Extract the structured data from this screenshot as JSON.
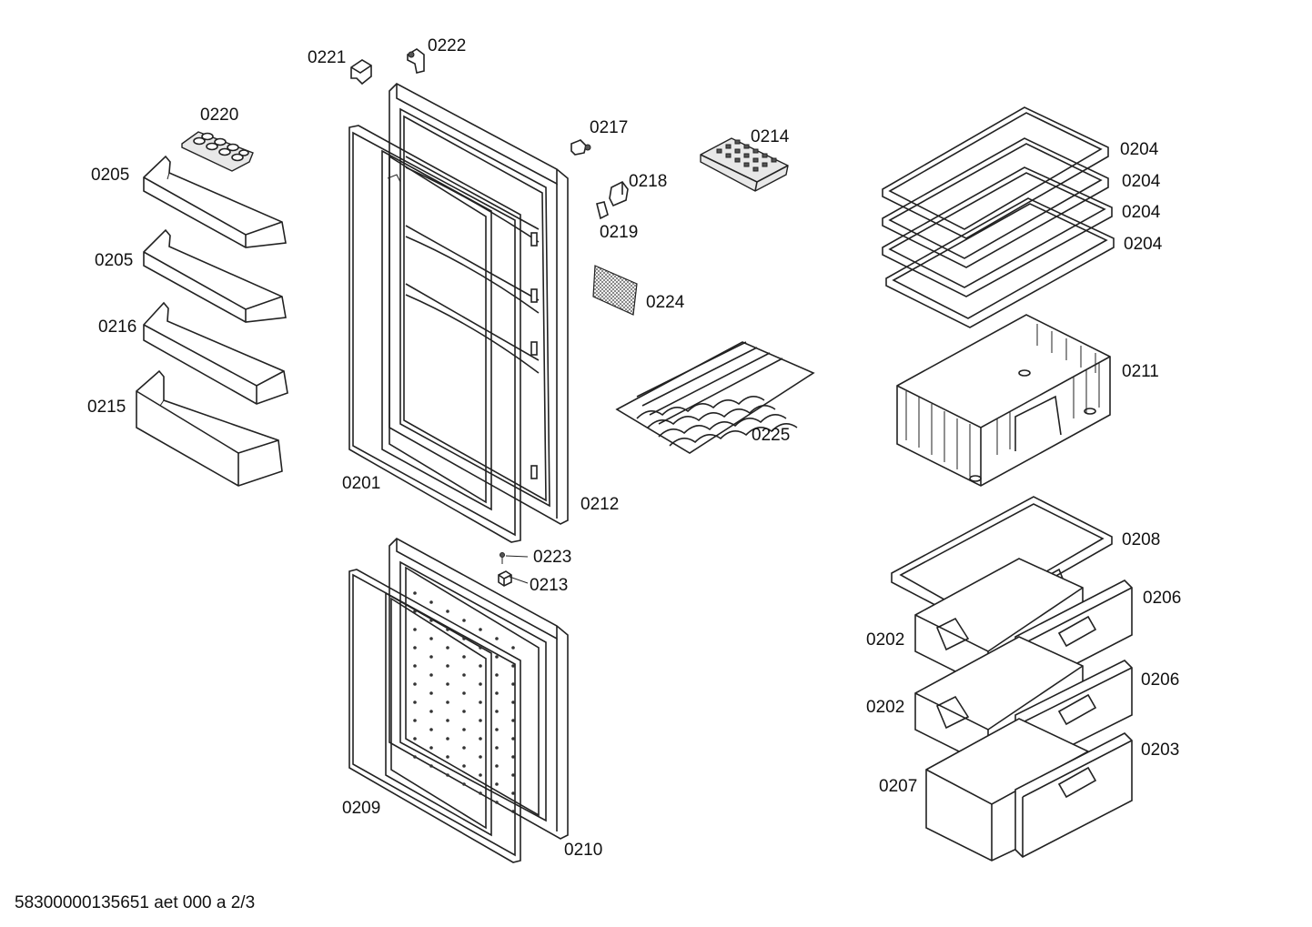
{
  "diagram": {
    "callouts": {
      "p0201": "0201",
      "p0202a": "0202",
      "p0202b": "0202",
      "p0203": "0203",
      "p0204a": "0204",
      "p0204b": "0204",
      "p0204c": "0204",
      "p0204d": "0204",
      "p0205a": "0205",
      "p0205b": "0205",
      "p0206a": "0206",
      "p0206b": "0206",
      "p0207": "0207",
      "p0208": "0208",
      "p0209": "0209",
      "p0210": "0210",
      "p0211": "0211",
      "p0212": "0212",
      "p0213": "0213",
      "p0214": "0214",
      "p0215": "0215",
      "p0216": "0216",
      "p0217": "0217",
      "p0218": "0218",
      "p0219": "0219",
      "p0220": "0220",
      "p0221": "0221",
      "p0222": "0222",
      "p0223": "0223",
      "p0224": "0224",
      "p0225": "0225"
    },
    "footer_code": "58300000135651 aet 000 a 2/3"
  }
}
